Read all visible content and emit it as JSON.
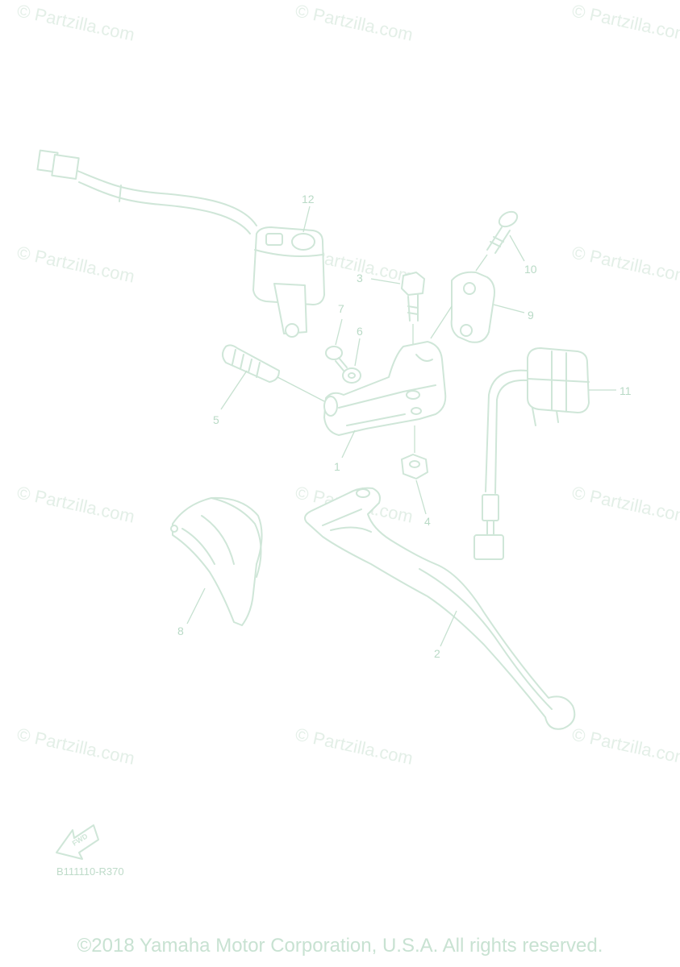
{
  "watermark": {
    "text": "© Partzilla.com"
  },
  "callouts": {
    "c1": "1",
    "c2": "2",
    "c3": "3",
    "c4": "4",
    "c5": "5",
    "c6": "6",
    "c7": "7",
    "c8": "8",
    "c9": "9",
    "c10": "10",
    "c11": "11",
    "c12": "12"
  },
  "footer": {
    "diagram_code": "B111110-R370",
    "fwd_label": "FWD",
    "copyright": "©2018 Yamaha Motor Corporation, U.S.A. All rights reserved."
  },
  "colors": {
    "line": "#cfe6d8",
    "watermark": "#e3efe7",
    "text": "#b9dac6"
  }
}
